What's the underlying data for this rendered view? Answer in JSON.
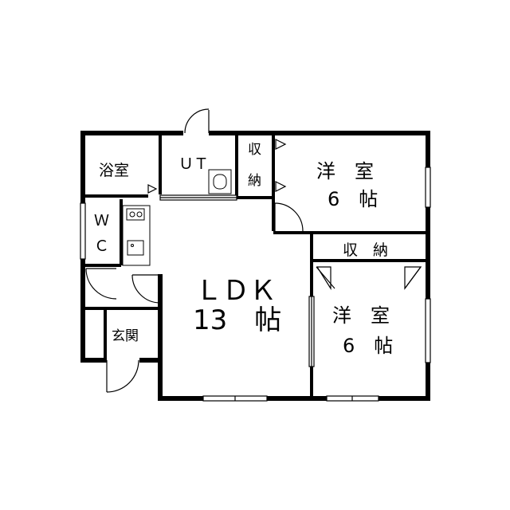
{
  "rooms": {
    "bath": "浴室",
    "utility": "ＵＴ",
    "storage_top_1": "収",
    "storage_top_2": "納",
    "bedroom_north_1": "洋　室",
    "bedroom_north_2": "6　帖",
    "wc_1": "Ｗ",
    "wc_2": "Ｃ",
    "ldk_1": "ＬＤＫ",
    "ldk_2": "13　帖",
    "storage_mid": "収　納",
    "bedroom_south_1": "洋　室",
    "bedroom_south_2": "6　帖",
    "entrance": "玄関"
  },
  "colors": {
    "wall": "#000000",
    "background": "#ffffff"
  }
}
